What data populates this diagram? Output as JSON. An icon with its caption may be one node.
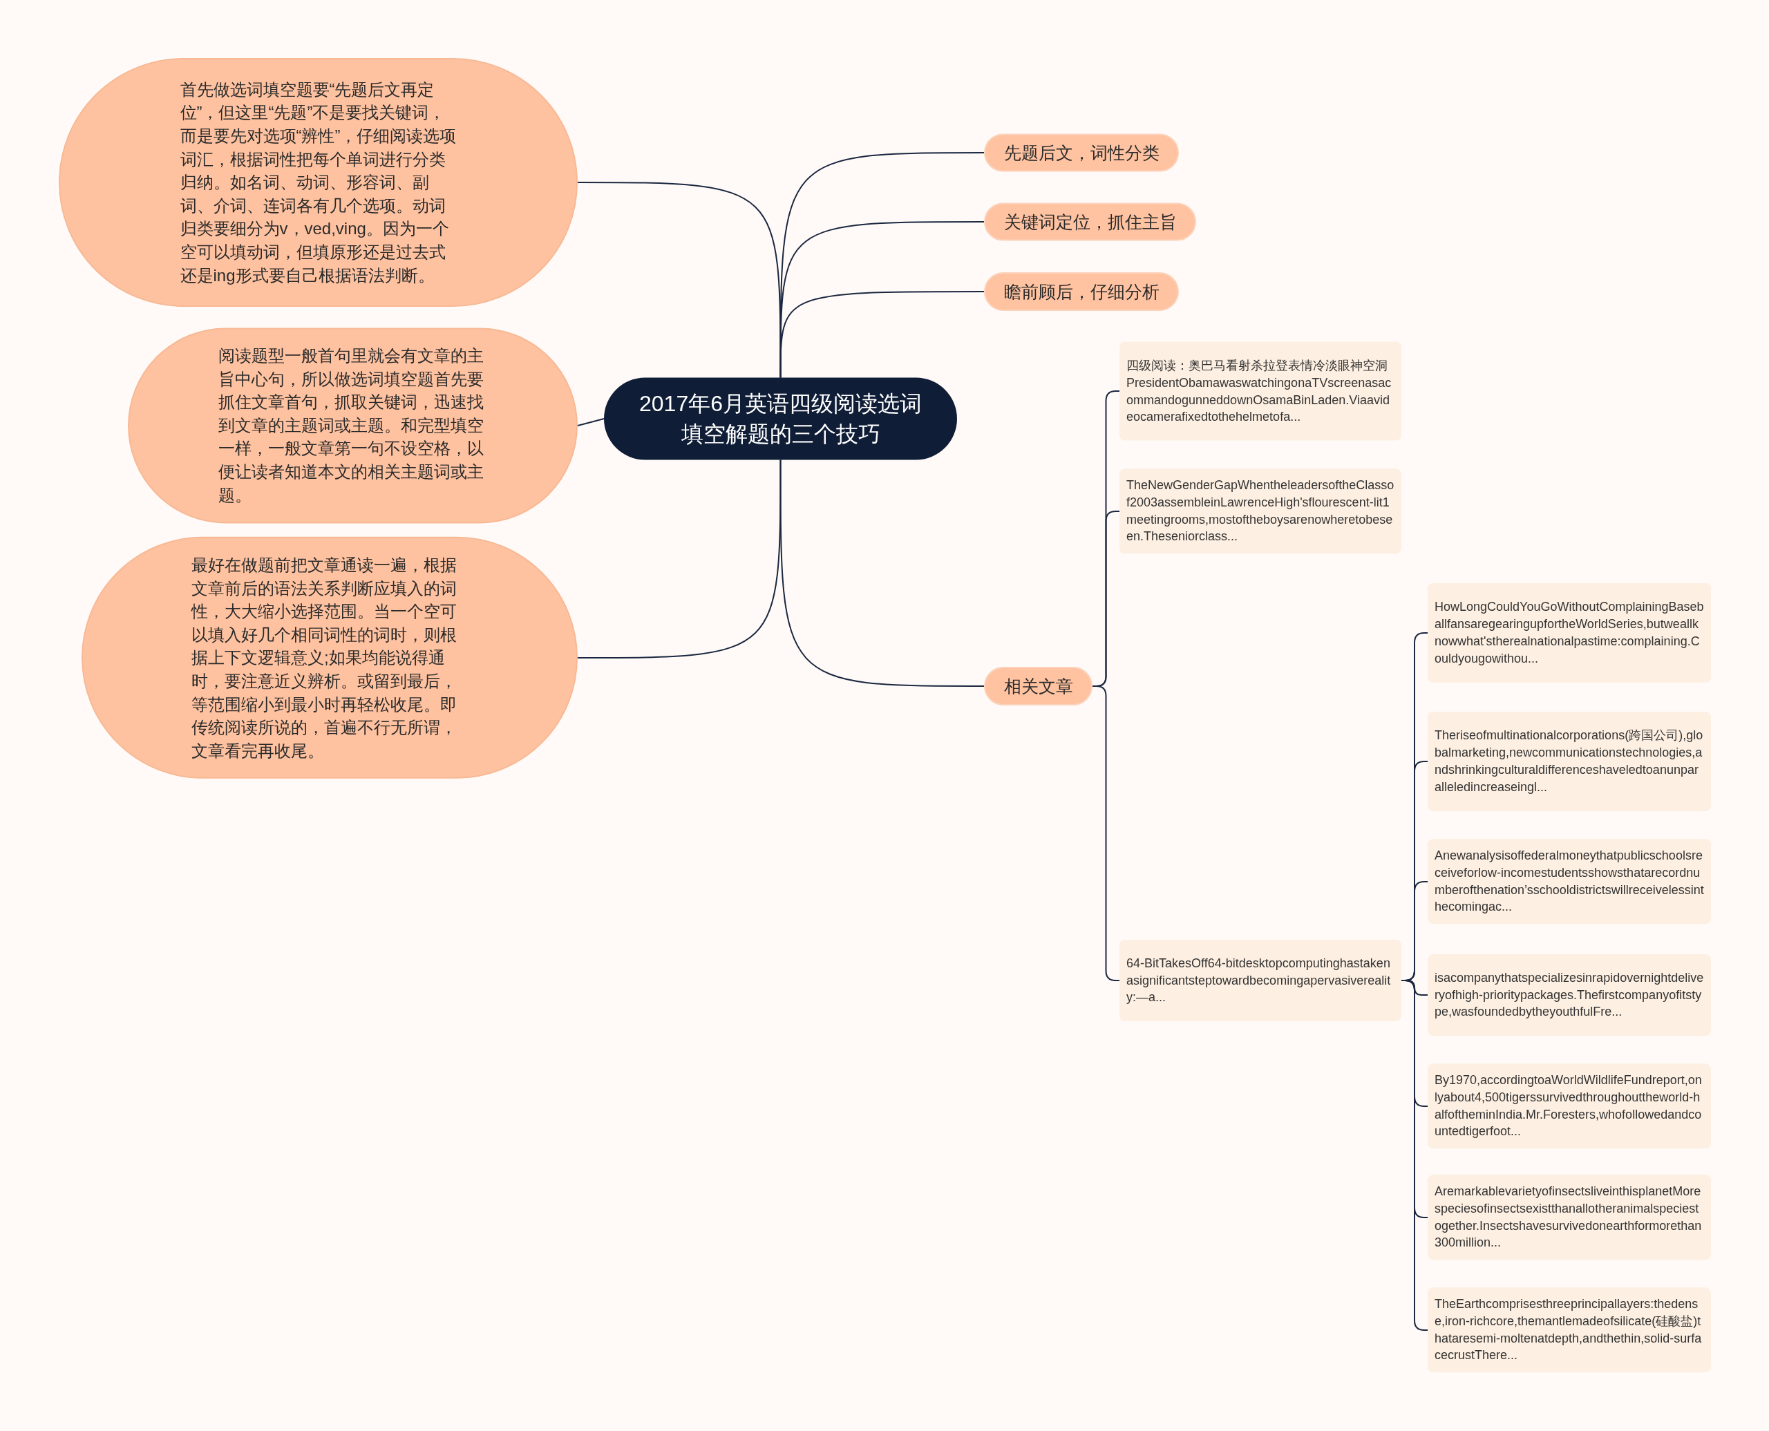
{
  "diagram": {
    "nodes": [
      {
        "text": [
          "2017年6月英语四级阅读选词填空解题的三个技巧"
        ]
      },
      {
        "text": [
          "首先做选词填空题要“先题后文再定位”，但这里“先题”不是要找关键词，而是要先对选项“辨性”，仔细阅读选项词汇，根据词性把每个单词进行分类归纳。如名词、动词、形容词、副词、介词、连词各有几个选项。动词归类要细分为v，ved,ving。因为一个空可以填动词，但填原形还是过去式还是ing形式要自己根据语法判断。"
        ]
      },
      {
        "text": [
          "阅读题型一般首句里就会有文章的主旨中心句，所以做选词填空题首先要抓住文章首句，抓取关键词，迅速找到文章的主题词或主题。和完型填空一样，一般文章第一句不设空格，以便让读者知道本文的相关主题词或主题。"
        ]
      },
      {
        "text": [
          "最好在做题前把文章通读一遍，根据文章前后的语法关系判断应填入的词性，大大缩小选择范围。当一个空可以填入好几个相同词性的词时，则根据上下文逻辑意义;如果均能说得通时，要注意近义辨析。或留到最后，等范围缩小到最小时再轻松收尾。即传统阅读所说的，首遍不行无所谓，文章看完再收尾。"
        ]
      },
      {
        "text": [
          "先题后文，词性分类"
        ]
      },
      {
        "text": [
          "关键词定位，抓住主旨"
        ]
      },
      {
        "text": [
          "瞻前顾后，仔细分析"
        ]
      },
      {
        "text": [
          "相关文章"
        ]
      },
      {
        "text": [
          "四级阅读：奥巴马看射杀拉登表情冷淡眼神空洞PresidentObamawaswatchingonaTVscreenasacommandogunneddownOsamaBinLaden.Viaavideocamerafixedtothehelmetofa..."
        ]
      },
      {
        "text": [
          "TheNewGenderGapWhentheleadersoftheClassof2003assembleinLawrenceHigh'sflourescent-lit1meetingrooms,mostoftheboysarenowheretobeseen.Theseniorclass..."
        ]
      },
      {
        "text": [
          "64-BitTakesOff64-bitdesktopcomputinghastakenasignificantsteptowardbecomingapervasivereality:—a..."
        ]
      },
      {
        "text": [
          "HowLongCouldYouGoWithoutComplainingBaseballfansaregearingupfortheWorldSeries,butweallknowwhat'stherealnationalpastime:complaining.Couldyougowithou..."
        ]
      },
      {
        "text": [
          "Theriseofmultinationalcorporations(跨国公司),globalmarketing,newcommunicationstechnologies,andshrinkingculturaldifferenceshaveledtoanunparalleledincreaseingl..."
        ]
      },
      {
        "text": [
          "Anewanalysisoffederalmoneythatpublicschoolsreceiveforlow-incomestudentsshowsthatarecordnumberofthenation’sschooldistrictswillreceivelessinthecomingac..."
        ]
      },
      {
        "text": [
          "isacompanythatspecializesinrapidovernightdeliveryofhigh-prioritypackages.Thefirstcompanyofitstype,wasfoundedbytheyouthfulFre..."
        ]
      },
      {
        "text": [
          "By1970,accordingtoaWorldWildlifeFundreport,onlyabout4,500tigerssurvivedthroughouttheworld-halfoftheminIndia.Mr.Foresters,whofollowedandcountedtigerfoot..."
        ]
      },
      {
        "text": [
          "AremarkablevarietyofinsectsliveinthisplanetMorespeciesofinsectsexistthanallotheranimalspeciestogether.Insectshavesurvivedonearthformorethan300million..."
        ]
      },
      {
        "text": [
          "TheEarthcomprisesthreeprincipallayers:thedense,iron-richcore,themantlemadeofsilicate(硅酸盐)thataresemi-moltenatdepth,andthethin,solid-surfacecrustThere..."
        ]
      }
    ],
    "edges": [
      {
        "from": 0,
        "to": 1,
        "arrow": "none"
      },
      {
        "from": 0,
        "to": 2,
        "arrow": "none"
      },
      {
        "from": 0,
        "to": 3,
        "arrow": "none"
      },
      {
        "from": 0,
        "to": 4,
        "arrow": "none"
      },
      {
        "from": 0,
        "to": 5,
        "arrow": "none"
      },
      {
        "from": 0,
        "to": 6,
        "arrow": "none"
      },
      {
        "from": 0,
        "to": 7,
        "arrow": "none"
      },
      {
        "from": 7,
        "to": 8,
        "arrow": "none"
      },
      {
        "from": 7,
        "to": 9,
        "arrow": "none"
      },
      {
        "from": 7,
        "to": 10,
        "arrow": "none"
      },
      {
        "from": 10,
        "to": 11,
        "arrow": "none"
      },
      {
        "from": 10,
        "to": 12,
        "arrow": "none"
      },
      {
        "from": 10,
        "to": 13,
        "arrow": "none"
      },
      {
        "from": 10,
        "to": 14,
        "arrow": "none"
      },
      {
        "from": 10,
        "to": 15,
        "arrow": "none"
      },
      {
        "from": 10,
        "to": 16,
        "arrow": "none"
      },
      {
        "from": 10,
        "to": 17,
        "arrow": "none"
      }
    ]
  }
}
